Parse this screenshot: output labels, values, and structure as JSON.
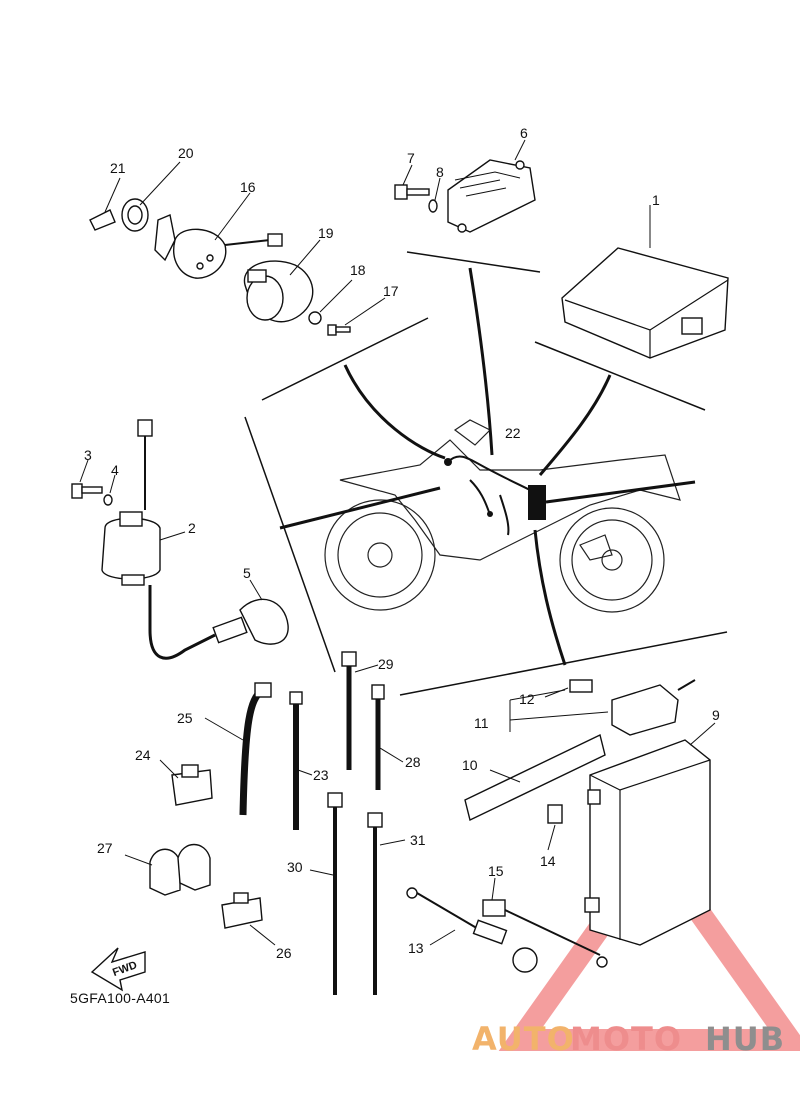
{
  "diagram": {
    "labels": [
      {
        "id": "p1",
        "text": "1"
      },
      {
        "id": "p2",
        "text": "2"
      },
      {
        "id": "p3",
        "text": "3"
      },
      {
        "id": "p4",
        "text": "4"
      },
      {
        "id": "p5",
        "text": "5"
      },
      {
        "id": "p6",
        "text": "6"
      },
      {
        "id": "p7",
        "text": "7"
      },
      {
        "id": "p8",
        "text": "8"
      },
      {
        "id": "p9",
        "text": "9"
      },
      {
        "id": "p10",
        "text": "10"
      },
      {
        "id": "p11",
        "text": "11"
      },
      {
        "id": "p12",
        "text": "12"
      },
      {
        "id": "p13",
        "text": "13"
      },
      {
        "id": "p14",
        "text": "14"
      },
      {
        "id": "p15",
        "text": "15"
      },
      {
        "id": "p16",
        "text": "16"
      },
      {
        "id": "p17",
        "text": "17"
      },
      {
        "id": "p18",
        "text": "18"
      },
      {
        "id": "p19",
        "text": "19"
      },
      {
        "id": "p20",
        "text": "20"
      },
      {
        "id": "p21",
        "text": "21"
      },
      {
        "id": "p22",
        "text": "22"
      },
      {
        "id": "p23",
        "text": "23"
      },
      {
        "id": "p24",
        "text": "24"
      },
      {
        "id": "p25",
        "text": "25"
      },
      {
        "id": "p26",
        "text": "26"
      },
      {
        "id": "p27",
        "text": "27"
      },
      {
        "id": "p28",
        "text": "28"
      },
      {
        "id": "p29",
        "text": "29"
      },
      {
        "id": "p30",
        "text": "30"
      },
      {
        "id": "p31",
        "text": "31"
      }
    ],
    "fwd_label": "FWD",
    "reference_code": "5GFA100-A401"
  },
  "watermark": {
    "part_a": "AUTO",
    "part_b": "MOTO",
    "part_c": "HUB",
    "colors": {
      "auto": "#f2b36b",
      "moto": "#ee8d8d",
      "hub": "#8e8e8e",
      "triangle": "#f07e7e"
    }
  }
}
